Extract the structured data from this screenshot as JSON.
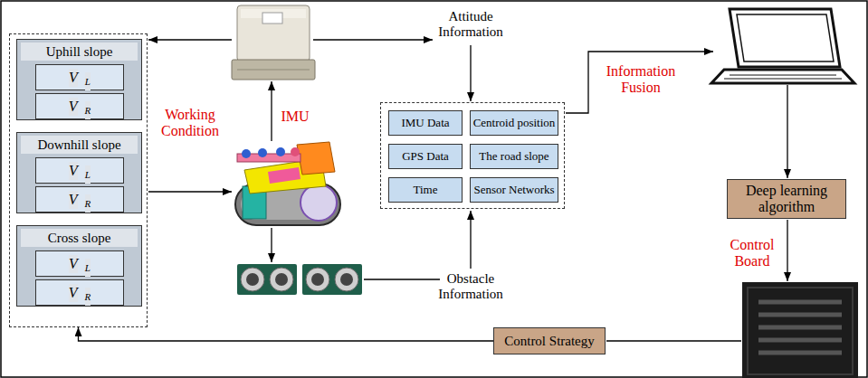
{
  "diagram": {
    "nodes": [
      {
        "text": []
      },
      {
        "text": [
          "Uphill slope"
        ],
        "in": 0
      },
      {
        "text": [
          "V",
          "L"
        ],
        "in": 1
      },
      {
        "text": [
          "V",
          "R"
        ],
        "in": 1
      },
      {
        "text": [
          "Downhill slope"
        ],
        "in": 0
      },
      {
        "text": [
          "V",
          "L"
        ],
        "in": 4
      },
      {
        "text": [
          "V",
          "R"
        ],
        "in": 4
      },
      {
        "text": [
          "Cross slope"
        ],
        "in": 0
      },
      {
        "text": [
          "V",
          "L"
        ],
        "in": 7
      },
      {
        "text": [
          "V",
          "R"
        ],
        "in": 7
      },
      {
        "text": []
      },
      {
        "text": [
          "IMU Data"
        ],
        "in": 10
      },
      {
        "text": [
          "Centroid position"
        ],
        "in": 10
      },
      {
        "text": [
          "GPS Data"
        ],
        "in": 10
      },
      {
        "text": [
          "The road slope"
        ],
        "in": 10
      },
      {
        "text": [
          "Time"
        ],
        "in": 10
      },
      {
        "text": [
          "Sensor Networks"
        ],
        "in": 10
      },
      {
        "text": [
          "Deep learning algorithm"
        ]
      },
      {
        "text": [
          "Control Strategy"
        ]
      }
    ],
    "edges": [
      {
        "from": 18,
        "to": 0,
        "arrow": "to"
      }
    ],
    "labels": [
      "Attitude Information",
      "Information Fusion",
      "Working Condition",
      "IMU",
      "Obstacle Information",
      "Control Board"
    ]
  }
}
